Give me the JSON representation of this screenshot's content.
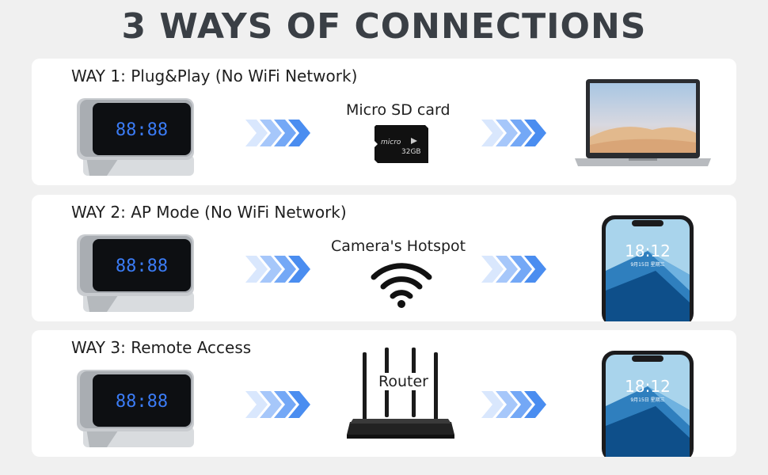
{
  "title": "3 WAYS OF CONNECTIONS",
  "ways": [
    {
      "label": "WAY 1: Plug&Play (No WiFi Network)",
      "middle_label": "Micro SD card",
      "sd_brand": "micro",
      "sd_capacity": "32GB"
    },
    {
      "label": "WAY 2: AP Mode (No WiFi Network)",
      "middle_label": "Camera's Hotspot"
    },
    {
      "label": "WAY 3: Remote Access",
      "middle_label": "Router"
    }
  ],
  "clock_display": "88:88",
  "phone": {
    "time": "18:12",
    "date": "9月15日 星期三"
  },
  "colors": {
    "arrow": "#4a8df0",
    "clock_digits": "#3b7cf6",
    "title": "#3a3f45"
  }
}
